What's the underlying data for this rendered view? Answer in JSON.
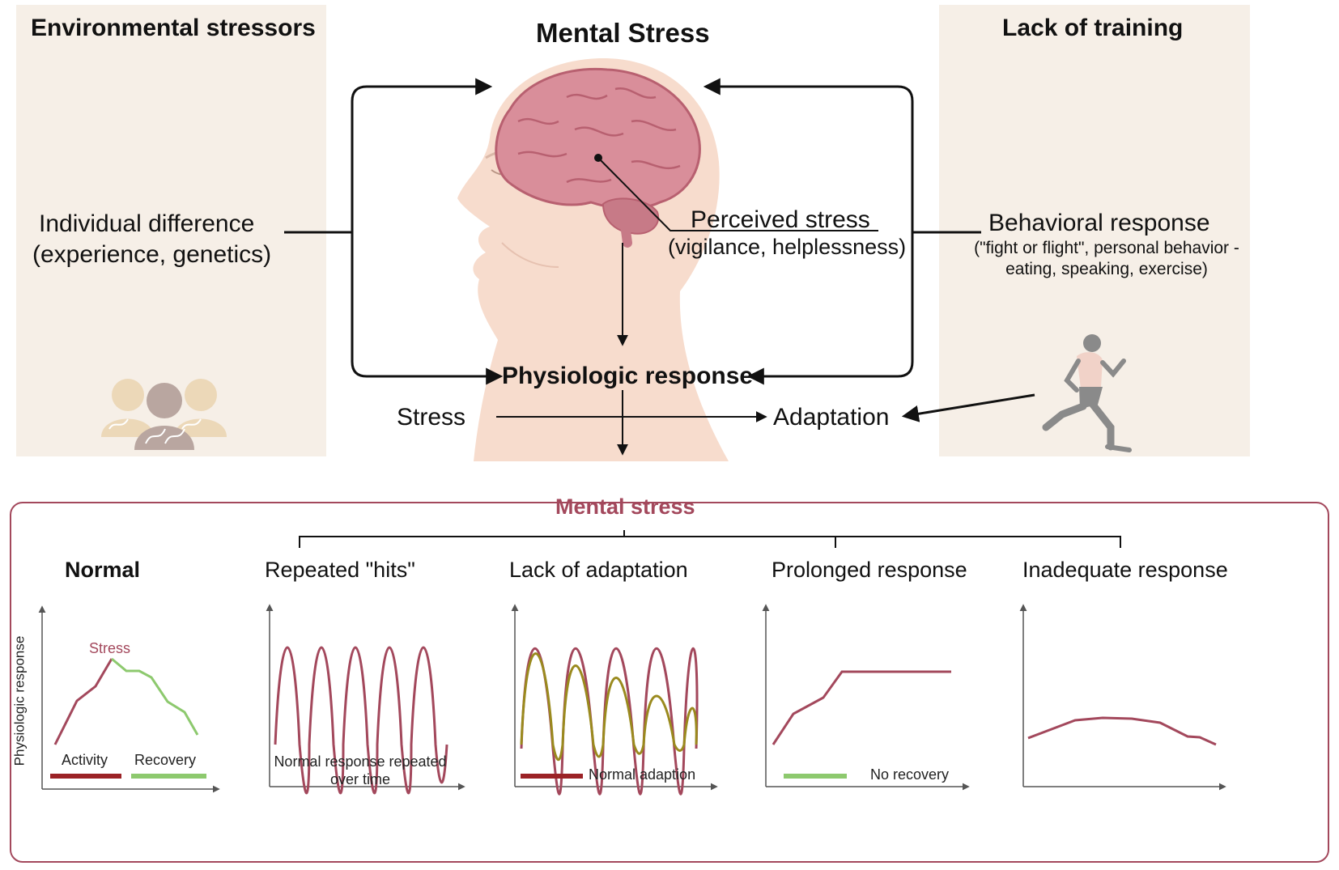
{
  "top": {
    "left_panel": {
      "title": "Environmental stressors",
      "line1": "Individual difference",
      "line2": "(experience, genetics)"
    },
    "center": {
      "title": "Mental Stress",
      "perceived_title": "Perceived stress",
      "perceived_sub": "(vigilance, helplessness)",
      "physiologic": "Physiologic response",
      "stress": "Stress",
      "adaptation": "Adaptation"
    },
    "right_panel": {
      "title": "Lack of training",
      "line1": "Behavioral response",
      "line2": "(\"fight or flight\", personal behavior -",
      "line3": "eating, speaking, exercise)"
    }
  },
  "bottom": {
    "title": "Mental stress",
    "panels": [
      {
        "title": "Normal",
        "ylabel": "Physiologic response",
        "peak_label": "Stress",
        "legend": [
          "Activity",
          "Recovery"
        ]
      },
      {
        "title": "Repeated \"hits\"",
        "note": "Normal response repeated over time"
      },
      {
        "title": "Lack of adaptation",
        "legend": [
          "Normal adaption"
        ]
      },
      {
        "title": "Prolonged response",
        "legend": [
          "No recovery"
        ]
      },
      {
        "title": "Inadequate response"
      }
    ]
  },
  "colors": {
    "panel_bg": "#f6efe7",
    "accent": "#a3485c",
    "response_line": "#a3485c",
    "recovery": "#8dc96e",
    "adaptation": "#9a8a1e",
    "activity_bar": "#9b2226"
  }
}
